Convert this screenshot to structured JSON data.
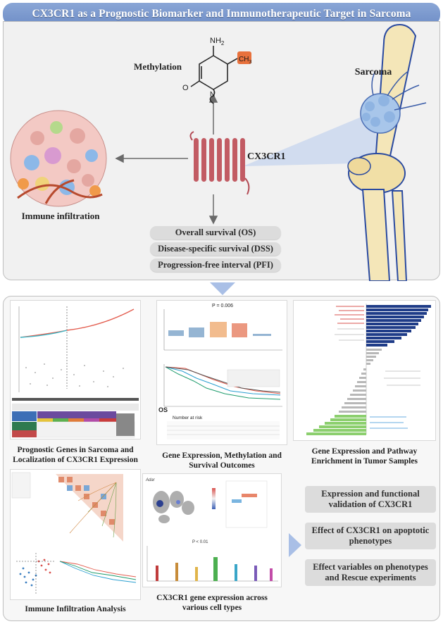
{
  "title": "CX3CR1 as a Prognostic Biomarker and Immunotherapeutic Target in Sarcoma",
  "top": {
    "methylation": "Methylation",
    "chem": {
      "nh2": "NH",
      "nh2_sub": "2",
      "ch3": "CH",
      "ch3_sub": "3",
      "o": "O",
      "n": "N"
    },
    "sarcoma": "Sarcoma",
    "receptor": "CX3CR1",
    "immune": "Immune infiltration",
    "outcomes": [
      "Overall survival (OS)",
      "Disease-specific survival (DSS)",
      "Progression-free interval (PFI)"
    ]
  },
  "bottom": {
    "box_a_caption": "Prognostic Genes in Sarcoma and Localization of CX3CR1 Expression",
    "box_b_caption": "Gene Expression, Methylation and Survival Outcomes",
    "box_c_caption": "Gene Expression and Pathway Enrichment in Tumor Samples",
    "box_d_caption": "Immune Infiltration Analysis",
    "box_e_caption": "CX3CR1 gene expression across various cell types",
    "right_items": [
      "Expression and functional validation of CX3CR1",
      "Effect of CX3CR1 on apoptotic phenotypes",
      "Effect variables on phenotypes and Rescue experiments"
    ],
    "box_b_pvalue": "P = 0.006",
    "box_b_os": "OS",
    "box_b_risk": "Number at risk",
    "box_e_label": "Adar",
    "box_e_pvalue": "P < 0.01"
  },
  "colors": {
    "title_bar": "#7a97cc",
    "accent_blue": "#a9bfe6",
    "receptor": "#c25b63",
    "ch3": "#e8713c",
    "navy": "#1f3c88",
    "green": "#8ccf6e"
  }
}
